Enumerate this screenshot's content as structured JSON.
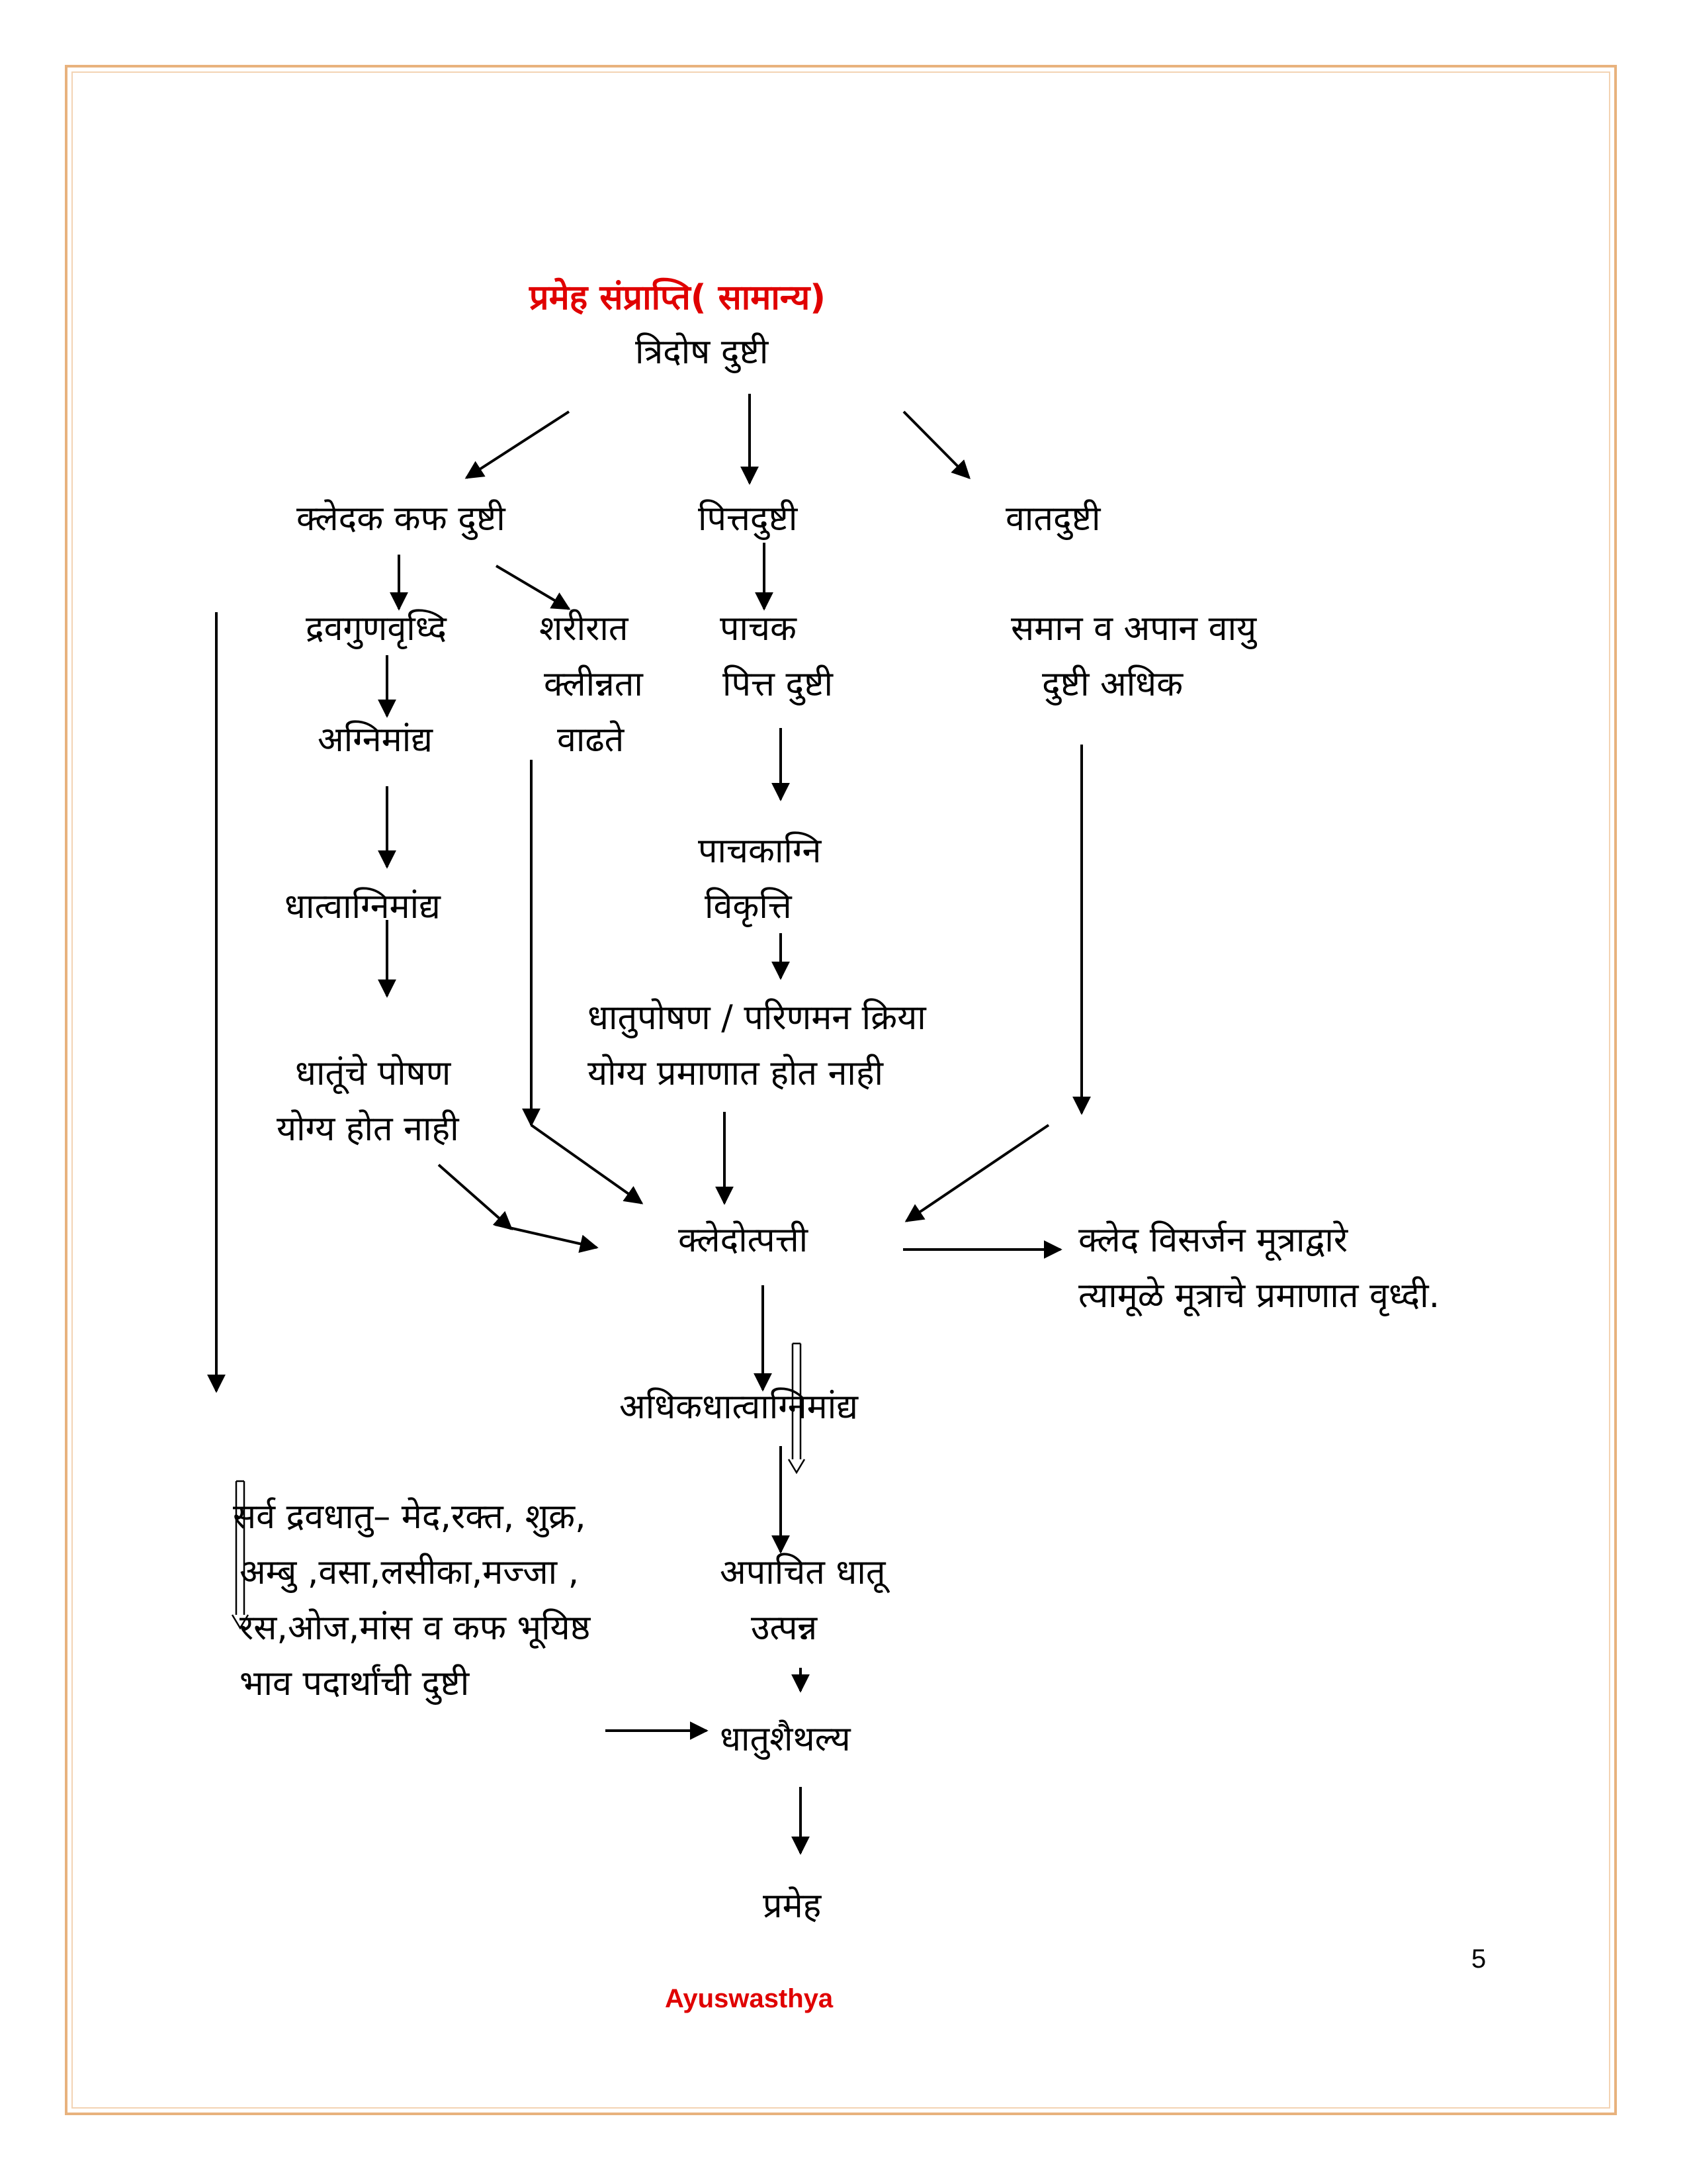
{
  "title": "प्रमेह संप्राप्ति( सामान्य)",
  "nodes": {
    "tridosha": "त्रिदोष दुष्टी",
    "kledak_kapha": "क्लेदक कफ दुष्टी",
    "pitta_dushti": "पित्तदुष्टी",
    "vata_dushti": "वातदुष्टी",
    "dravaguna_vruddhi": "द्रवगुणवृध्दि",
    "sharirat": [
      "शरीरात",
      "क्लीन्नता",
      "वाढते"
    ],
    "pachak_pitta": [
      "पाचक",
      "पित्त दुष्टी"
    ],
    "saman_apan": [
      "समान व अपान वायु",
      "दुष्टी अधिक"
    ],
    "agnimandya": "अग्निमांद्य",
    "pachakagni": [
      "पाचकाग्नि",
      "विकृत्ति"
    ],
    "dhatvagnimandya": "धात्वाग्निमांद्य",
    "dhatuposhan": [
      "धातुपोषण / परिणमन क्रिया",
      "योग्य प्रमाणात  होत नाही"
    ],
    "dhatunche_poshan": [
      "धातूंचे  पोषण",
      "योग्य होत नाही"
    ],
    "kledotpatti": "क्लेदोत्पत्ती",
    "kled_visarjan": [
      "क्लेद विसर्जन मूत्राद्वारे",
      "त्यामूळे मूत्राचे प्रमाणात वृध्दी."
    ],
    "adhik_dhatvagnimandya": "अधिकधात्वाग्निमांद्य",
    "sarva_dravadhatu": [
      "सर्व द्रवधातु– मेद,रक्त, शुक्र,",
      "अम्बु ,वसा,लसीका,मज्जा ,",
      "रस,ओज,मांस व कफ भूयिष्ठ",
      "भाव पदार्थांची दुष्टी"
    ],
    "apachit_dhatu": [
      "अपाचित धातू",
      "उत्पन्न"
    ],
    "dhatushaithilya": "धातुशैथल्य",
    "prameha": "प्रमेह"
  },
  "footer": {
    "page_number": "5",
    "brand": "Ayuswasthya"
  }
}
